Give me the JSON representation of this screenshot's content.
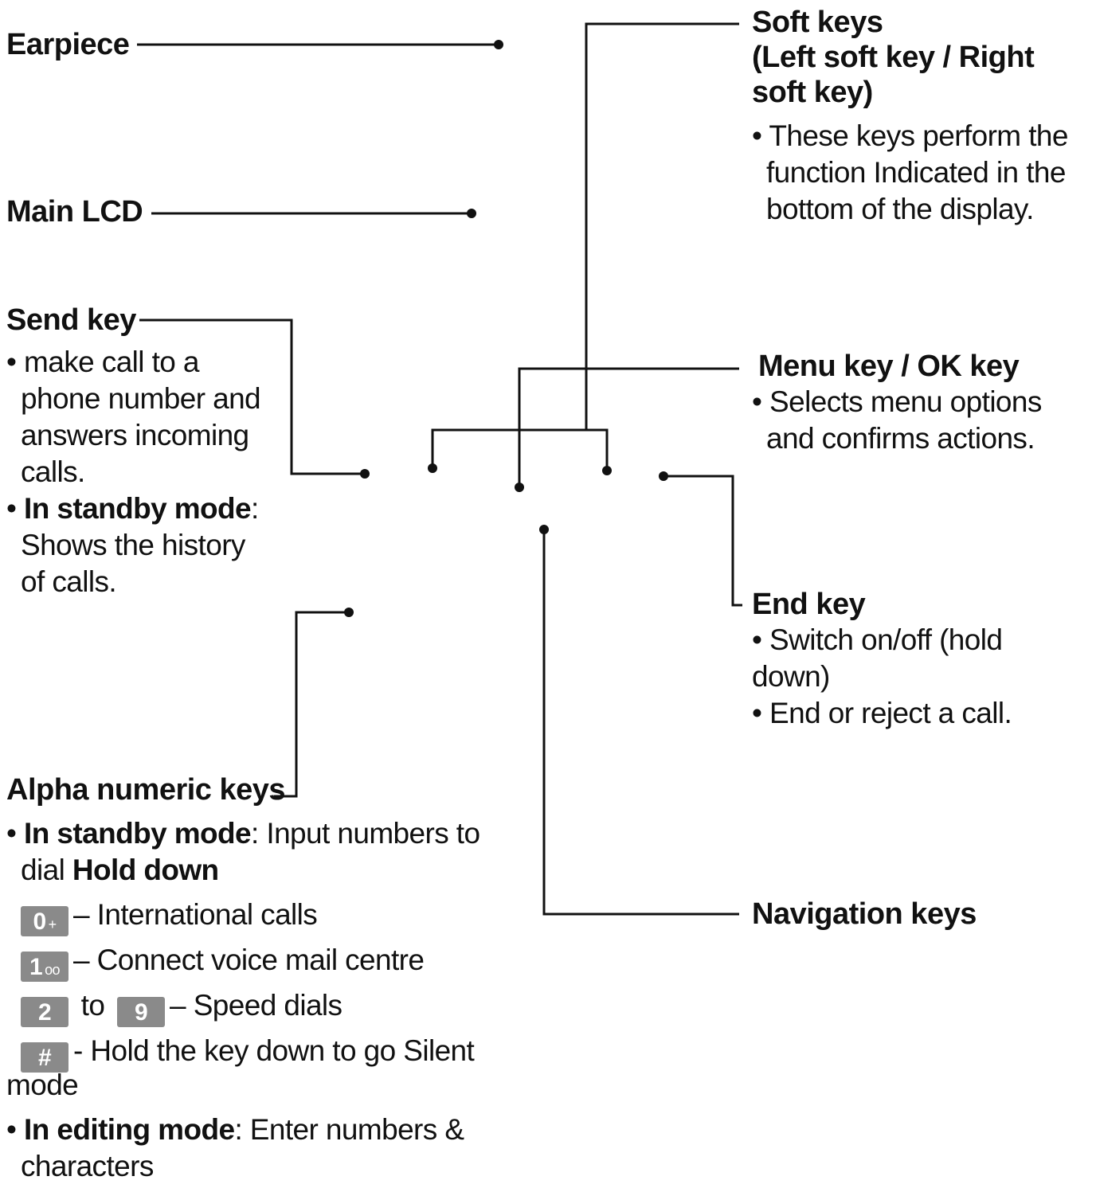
{
  "earpiece": {
    "title": "Earpiece"
  },
  "main_lcd": {
    "title": "Main LCD"
  },
  "soft_keys": {
    "title_lines": [
      "Soft keys",
      "(Left soft key / Right",
      "soft key)"
    ],
    "desc_lines": [
      "• These keys perform the",
      "function Indicated in the",
      "bottom of the display."
    ]
  },
  "send_key": {
    "title": "Send key",
    "bullet1_lines": [
      "• make call to a",
      "phone number and",
      "answers incoming",
      "calls."
    ],
    "bullet2_bold": "In standby mode",
    "bullet2_colon": ":",
    "bullet2_lines": [
      "Shows the history",
      "of calls."
    ],
    "bullet_char": "•"
  },
  "menu_key": {
    "title": "Menu key / OK key",
    "desc_lines": [
      "• Selects menu options",
      "and confirms actions."
    ]
  },
  "end_key": {
    "title": "End key",
    "desc_lines": [
      "• Switch on/off (hold",
      "down)",
      "• End or reject a call."
    ]
  },
  "alpha_keys": {
    "title": "Alpha numeric keys",
    "bullet_char": "•",
    "standby_bold": "In standby mode",
    "standby_text": ": Input numbers to",
    "dial_text": "dial ",
    "hold_down": "Hold down",
    "key0_label": "0",
    "key0_sub": "+",
    "key0_text": "– International calls",
    "key1_label": "1",
    "key1_sub": "oo",
    "key1_text": "– Connect voice mail centre",
    "key2_label": "2",
    "to_text": " to ",
    "key9_label": "9",
    "speed_text": "– Speed dials",
    "keyhash_label": "#",
    "hash_text": "- Hold the key down to go Silent",
    "mode_text": "mode",
    "editing_bold": "In editing mode",
    "editing_text": ": Enter numbers &",
    "characters_text": "characters"
  },
  "navigation_keys": {
    "title": "Navigation keys"
  }
}
